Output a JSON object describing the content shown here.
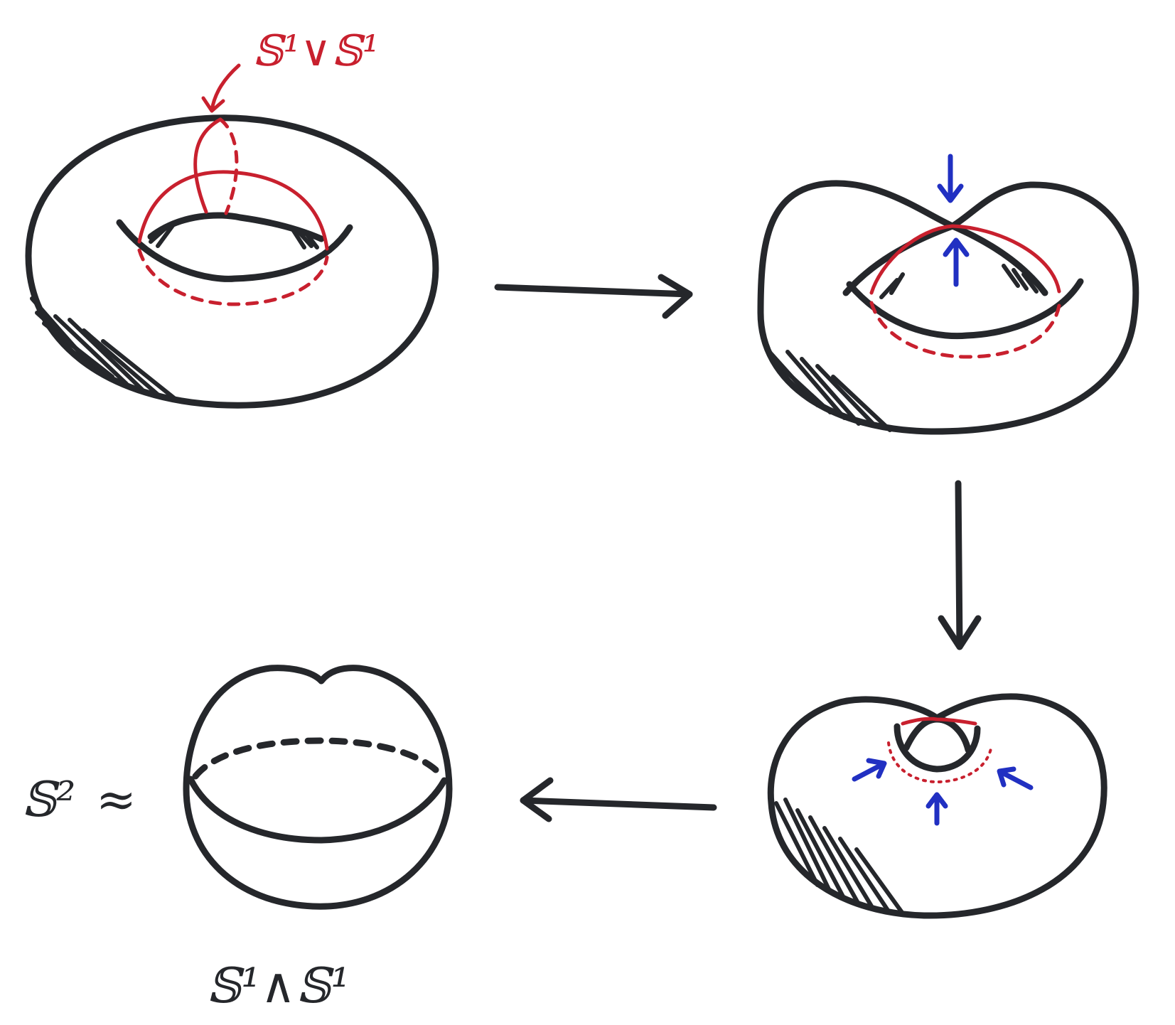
{
  "labels": {
    "wedge": "𝕊¹∨𝕊¹",
    "smash": "𝕊¹∧𝕊¹",
    "sphere": "𝕊²",
    "approx": "≈"
  },
  "colors": {
    "ink": "#25272b",
    "red": "#c8202e",
    "blue": "#2130c2"
  },
  "stages": [
    "torus",
    "pinched-torus",
    "collapsing-torus",
    "sphere"
  ]
}
